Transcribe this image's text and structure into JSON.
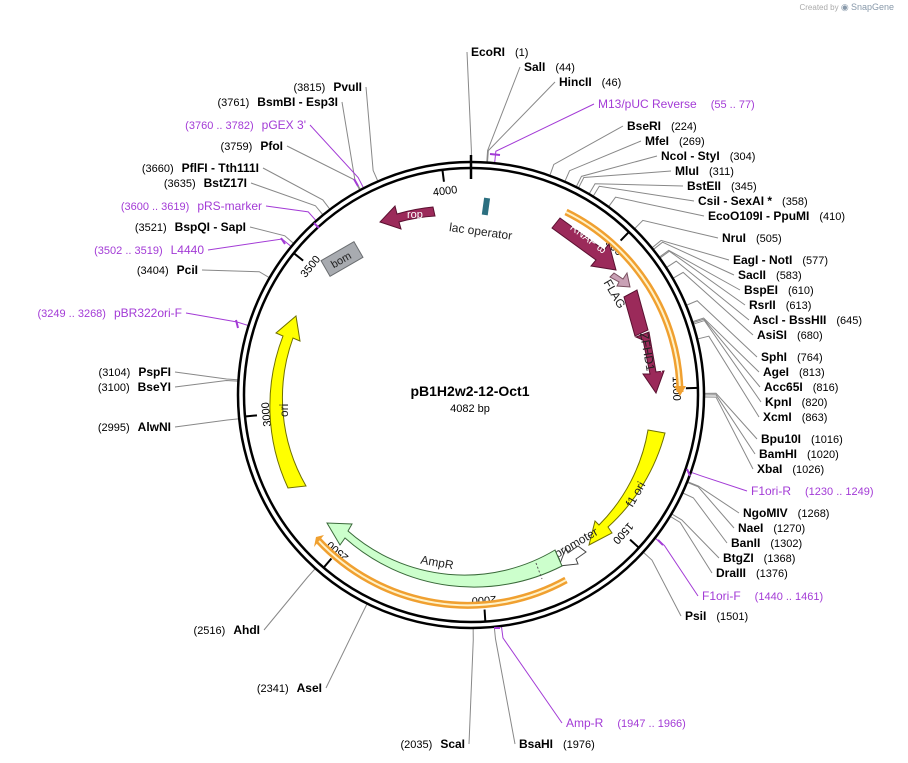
{
  "credit": {
    "prefix": "Created by",
    "brand": "SnapGene"
  },
  "plasmid": {
    "name": "pB1H2w2-12-Oct1",
    "size": "4082 bp"
  },
  "colors": {
    "primer": "#a33bd6",
    "line": "#888888",
    "backbone": "#000000"
  },
  "ticks": [
    "500",
    "1000",
    "1500",
    "2000",
    "2500",
    "3000",
    "3500",
    "4000"
  ],
  "enzymes": [
    {
      "name": "EcoRI",
      "pos": "(1)"
    },
    {
      "name": "SalI",
      "pos": "(44)"
    },
    {
      "name": "HincII",
      "pos": "(46)"
    },
    {
      "name": "BseRI",
      "pos": "(224)"
    },
    {
      "name": "MfeI",
      "pos": "(269)"
    },
    {
      "name": "NcoI - StyI",
      "pos": "(304)"
    },
    {
      "name": "MluI",
      "pos": "(311)"
    },
    {
      "name": "BstEII",
      "pos": "(345)"
    },
    {
      "name": "CsiI - SexAI *",
      "pos": "(358)"
    },
    {
      "name": "EcoO109I - PpuMI",
      "pos": "(410)"
    },
    {
      "name": "NruI",
      "pos": "(505)"
    },
    {
      "name": "EagI - NotI",
      "pos": "(577)"
    },
    {
      "name": "SacII",
      "pos": "(583)"
    },
    {
      "name": "BspEI",
      "pos": "(610)"
    },
    {
      "name": "RsrII",
      "pos": "(613)"
    },
    {
      "name": "AscI - BssHII",
      "pos": "(645)"
    },
    {
      "name": "AsiSI",
      "pos": "(680)"
    },
    {
      "name": "SphI",
      "pos": "(764)"
    },
    {
      "name": "AgeI",
      "pos": "(813)"
    },
    {
      "name": "Acc65I",
      "pos": "(816)"
    },
    {
      "name": "KpnI",
      "pos": "(820)"
    },
    {
      "name": "XcmI",
      "pos": "(863)"
    },
    {
      "name": "Bpu10I",
      "pos": "(1016)"
    },
    {
      "name": "BamHI",
      "pos": "(1020)"
    },
    {
      "name": "XbaI",
      "pos": "(1026)"
    },
    {
      "name": "NgoMIV",
      "pos": "(1268)"
    },
    {
      "name": "NaeI",
      "pos": "(1270)"
    },
    {
      "name": "BanII",
      "pos": "(1302)"
    },
    {
      "name": "BtgZI",
      "pos": "(1368)"
    },
    {
      "name": "DraIII",
      "pos": "(1376)"
    },
    {
      "name": "PsiI",
      "pos": "(1501)"
    },
    {
      "name": "BsaHI",
      "pos": "(1976)"
    },
    {
      "name": "ScaI",
      "pos": "(2035)"
    },
    {
      "name": "AseI",
      "pos": "(2341)"
    },
    {
      "name": "AhdI",
      "pos": "(2516)"
    },
    {
      "name": "AlwNI",
      "pos": "(2995)"
    },
    {
      "name": "BseYI",
      "pos": "(3100)"
    },
    {
      "name": "PspFI",
      "pos": "(3104)"
    },
    {
      "name": "PciI",
      "pos": "(3404)"
    },
    {
      "name": "BspQI - SapI",
      "pos": "(3521)"
    },
    {
      "name": "BstZ17I",
      "pos": "(3635)"
    },
    {
      "name": "PflFI - Tth111I",
      "pos": "(3660)"
    },
    {
      "name": "PfoI",
      "pos": "(3759)"
    },
    {
      "name": "BsmBI - Esp3I",
      "pos": "(3761)"
    },
    {
      "name": "PvuII",
      "pos": "(3815)"
    }
  ],
  "primers": [
    {
      "name": "M13/pUC Reverse",
      "range": "(55 .. 77)"
    },
    {
      "name": "F1ori-R",
      "range": "(1230 .. 1249)"
    },
    {
      "name": "F1ori-F",
      "range": "(1440 .. 1461)"
    },
    {
      "name": "Amp-R",
      "range": "(1947 .. 1966)"
    },
    {
      "name": "pBR322ori-F",
      "range": "(3249 .. 3268)"
    },
    {
      "name": "L4440",
      "range": "(3502 .. 3519)"
    },
    {
      "name": "pRS-marker",
      "range": "(3600 .. 3619)"
    },
    {
      "name": "pGEX 3'",
      "range": "(3760 .. 3782)"
    }
  ],
  "features": [
    {
      "name": "rop",
      "color": "#9b2a5a"
    },
    {
      "name": "lac operator",
      "color": "#2c6f80"
    },
    {
      "name": "bom",
      "color": "#a8abb0"
    },
    {
      "name": "RNAP ω",
      "color": "#9b2a5a"
    },
    {
      "name": "FLAG",
      "color": "#c9a1b5"
    },
    {
      "name": "Zif268",
      "color": "#9b2a5a"
    },
    {
      "name": "Oct-1",
      "color": "#9b2a5a"
    },
    {
      "name": "ZFHD1",
      "color": "#f0a030"
    },
    {
      "name": "f1 ori",
      "color": "#ffff00"
    },
    {
      "name": "AmpR promoter",
      "color": "#ffffff"
    },
    {
      "name": "AmpR",
      "color": "#ccffcc"
    },
    {
      "name": "ori",
      "color": "#ffff00"
    }
  ]
}
